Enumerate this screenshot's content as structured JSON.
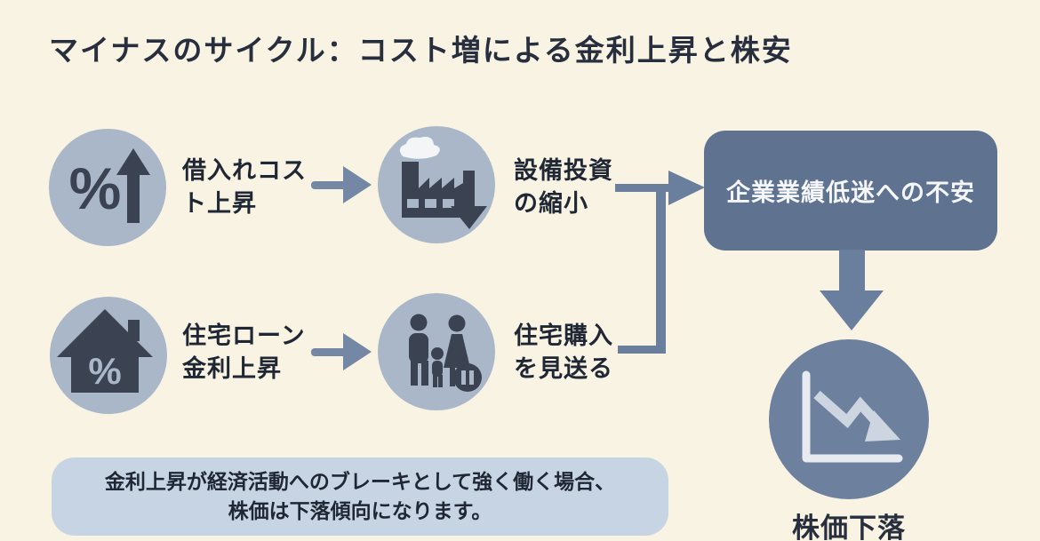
{
  "title": "マイナスのサイクル：コスト増による金利上昇と株安",
  "flow": {
    "row1": {
      "cause": {
        "icon": "percent-up-icon",
        "line1": "借入れコス",
        "line2": "ト上昇"
      },
      "effect": {
        "icon": "factory-down-icon",
        "line1": "設備投資",
        "line2": "の縮小"
      }
    },
    "row2": {
      "cause": {
        "icon": "house-percent-icon",
        "line1": "住宅ローン",
        "line2": "金利上昇"
      },
      "effect": {
        "icon": "family-pause-icon",
        "line1": "住宅購入",
        "line2": "を見送る"
      }
    },
    "outcome": {
      "label": "企業業績低迷への不安"
    },
    "result": {
      "icon": "stock-decline-icon",
      "label": "株価下落"
    }
  },
  "note": {
    "line1": "金利上昇が経済活動へのブレーキとして強く働く場合、",
    "line2": "株価は下落傾向になります。"
  },
  "colors": {
    "background": "#f8f3e2",
    "title_color": "#272e3d",
    "text_dark": "#1f2734",
    "circle_fill": "#a9b7c9",
    "icon_dark": "#3b4353",
    "icon_light": "#f3f5f7",
    "arrow": "#7488a5",
    "connector": "#6a7f9e",
    "outcome_box": "#5f7390",
    "outcome_text": "#f4f6f9",
    "result_circle": "#6d819e",
    "chart_axis": "#e7ebf0",
    "chart_line": "#ccd5e0",
    "note_box": "#c6d4e4"
  }
}
